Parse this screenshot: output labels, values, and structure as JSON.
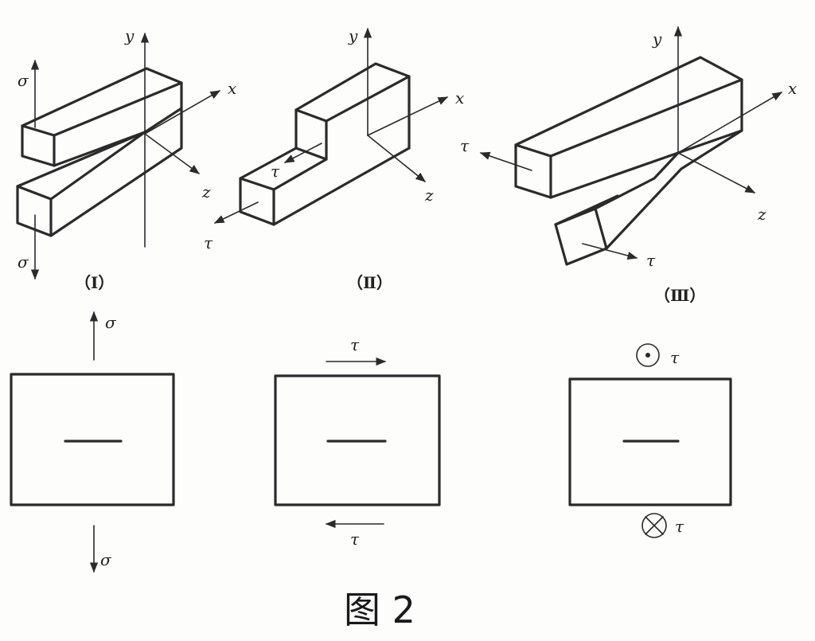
{
  "labels": {
    "y": "y",
    "x": "x",
    "z": "z",
    "sigma": "σ",
    "tau": "τ"
  },
  "modes": [
    {
      "caption": "（Ⅰ）"
    },
    {
      "caption": "（Ⅱ）"
    },
    {
      "caption": "（Ⅲ）"
    }
  ],
  "figure_caption": "图 2",
  "colors": {
    "ink": "#2b2b2b",
    "paper": "#fdfdfb"
  }
}
